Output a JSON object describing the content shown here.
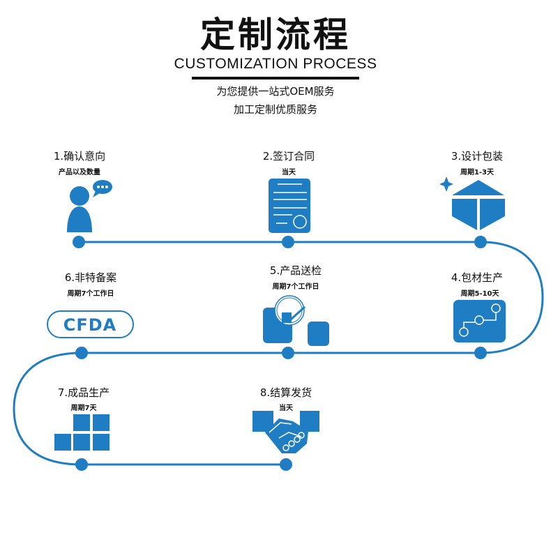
{
  "header": {
    "title": "定制流程",
    "subtitle": "CUSTOMIZATION PROCESS",
    "tagline_1": "为您提供一站式OEM服务",
    "tagline_2": "加工定制优质服务"
  },
  "colors": {
    "accent": "#1f7dc4",
    "text": "#111111"
  },
  "steps": [
    {
      "title": "1.确认意向",
      "sub": "产品以及数量",
      "icon": "person-chat-icon"
    },
    {
      "title": "2.签订合同",
      "sub": "当天",
      "icon": "contract-document-icon"
    },
    {
      "title": "3.设计包装",
      "sub": "周期1-3天",
      "icon": "package-box-icon"
    },
    {
      "title": "4.包材生产",
      "sub": "周期5-10天",
      "icon": "circuit-flow-icon"
    },
    {
      "title": "5.产品送检",
      "sub": "周期7个工作日",
      "icon": "inspection-check-icon"
    },
    {
      "title": "6.非特备案",
      "sub": "周期7个工作日",
      "icon": "cfda-logo-icon",
      "logo_text": "CFDA"
    },
    {
      "title": "7.成品生产",
      "sub": "周期7天",
      "icon": "stacked-blocks-icon"
    },
    {
      "title": "8.结算发货",
      "sub": "当天",
      "icon": "handshake-icon"
    }
  ]
}
